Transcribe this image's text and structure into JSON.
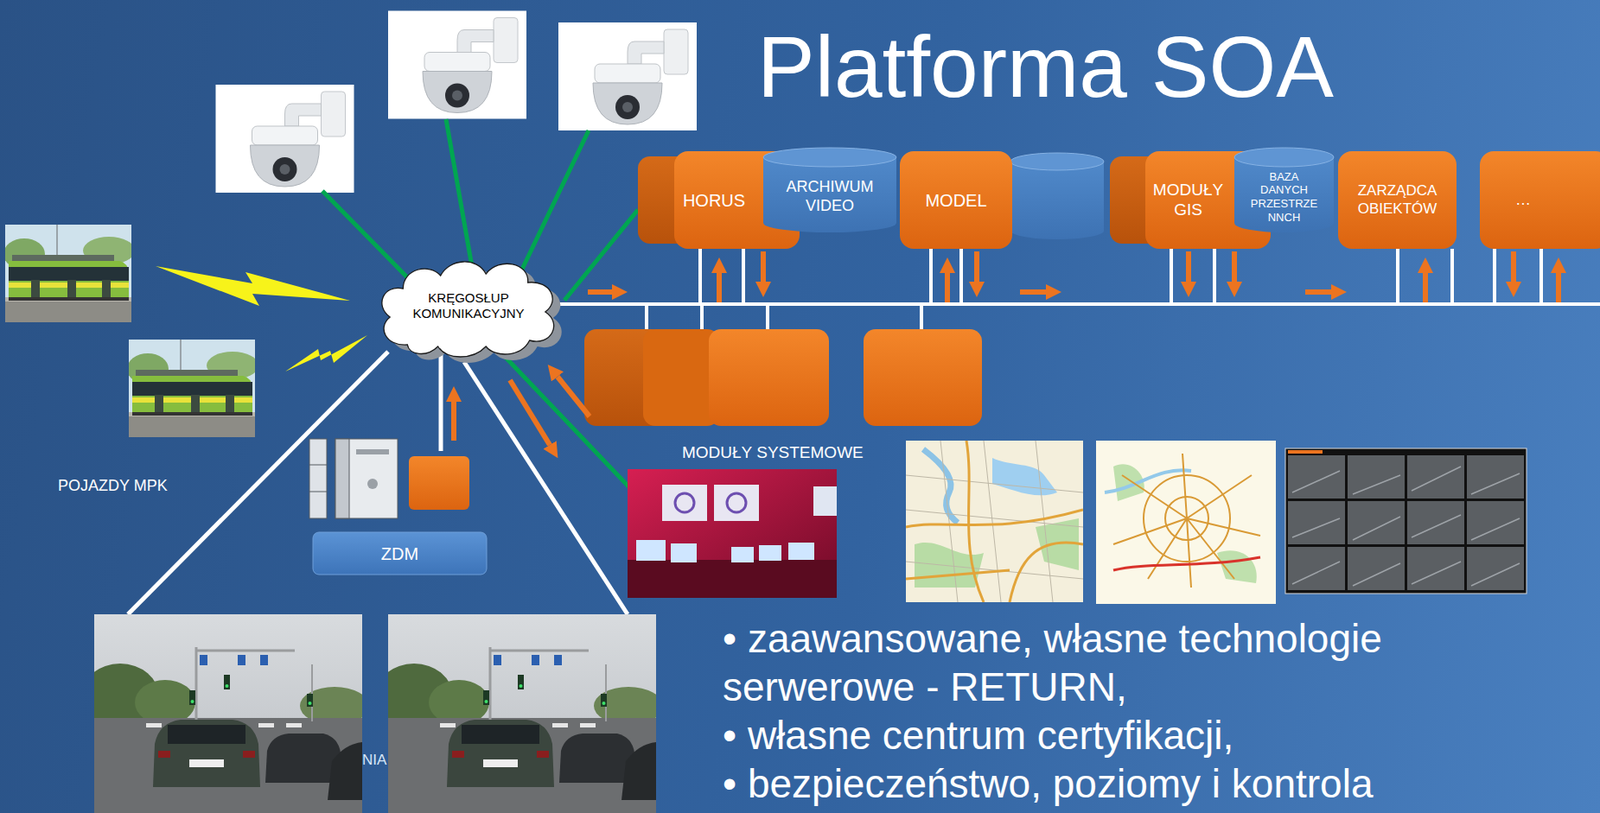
{
  "diagram": {
    "title": "Platforma SOA",
    "nodes": [
      {
        "text": [
          "KRĘGOSŁUP KOMUNIKACYJNY"
        ]
      },
      {
        "text": [
          "HORUS"
        ]
      },
      {
        "text": [
          "ARCHIWUM VIDEO"
        ]
      },
      {
        "text": [
          "MODEL"
        ]
      },
      {
        "text": [
          "MODUŁY GIS"
        ]
      },
      {
        "text": [
          "BAZA DANYCH PRZESTRZE NNCH"
        ]
      },
      {
        "text": [
          "ZARZĄDCA OBIEKTÓW"
        ]
      },
      {
        "text": [
          "…"
        ]
      },
      {
        "text": [
          "ZDM"
        ]
      }
    ],
    "edges": [
      {
        "from": 0,
        "to": 1,
        "arrow": "none"
      }
    ],
    "labels": [
      "MODUŁY SYSTEMOWE",
      "POJAZDY MPK",
      "NIA",
      "• zaawansowane, własne technologie serwerowe - RETURN,",
      "• własne centrum certyfikacji,",
      "• bezpieczeństwo, poziomy i kontrola"
    ]
  }
}
